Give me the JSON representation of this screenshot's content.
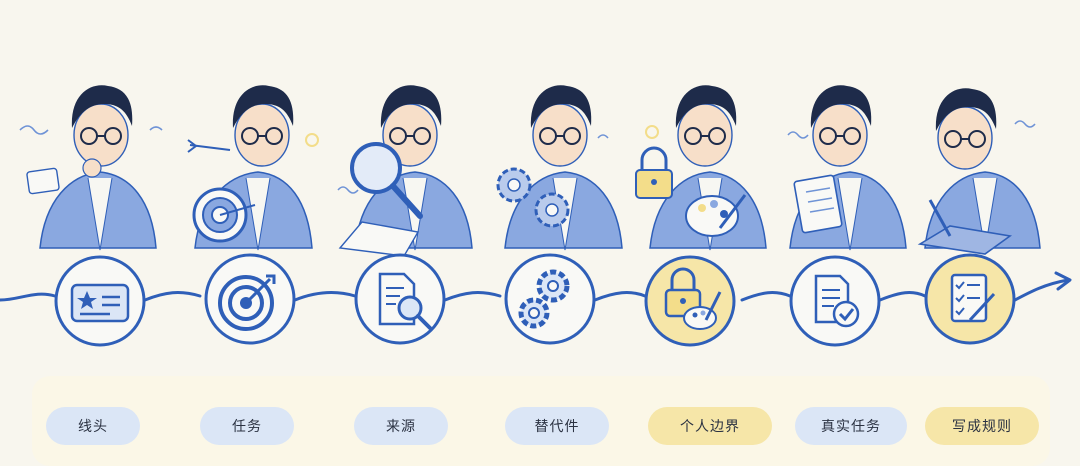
{
  "steps": [
    {
      "label": "线头",
      "tone": "blue",
      "icon": "card-with-star-icon"
    },
    {
      "label": "任务",
      "tone": "blue",
      "icon": "target-with-arrow-icon"
    },
    {
      "label": "来源",
      "tone": "blue",
      "icon": "document-magnifier-icon"
    },
    {
      "label": "替代件",
      "tone": "blue",
      "icon": "gears-icon"
    },
    {
      "label": "个人边界",
      "tone": "yellow",
      "icon": "lock-and-palette-icon"
    },
    {
      "label": "真实任务",
      "tone": "blue",
      "icon": "document-check-icon"
    },
    {
      "label": "写成规则",
      "tone": "yellow",
      "icon": "checklist-pen-icon"
    }
  ],
  "colors": {
    "ink": "#2f5fb8",
    "sketch_blue": "#6f93d6",
    "circle_fill": "#f9f9f6",
    "highlight": "#f3dd8a",
    "pill_blue": "#dbe6f6",
    "pill_yellow": "#f6e6a8",
    "background": "#f8f6ee"
  }
}
